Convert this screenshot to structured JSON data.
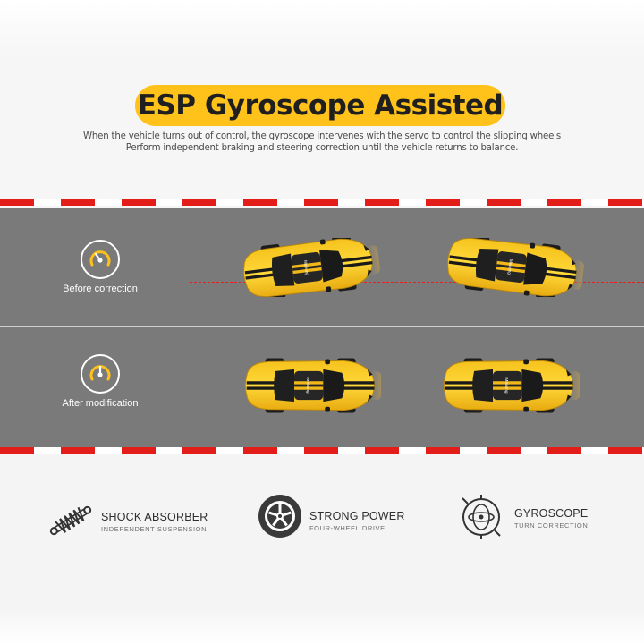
{
  "header": {
    "title": "ESP Gyroscope Assisted",
    "subtitle_line1": "When the vehicle turns out of control, the gyroscope intervenes with the servo to control the slipping wheels",
    "subtitle_line2": "Perform independent braking and steering correction until the vehicle returns to balance."
  },
  "lanes": [
    {
      "label": "Before correction",
      "icon": "tachometer-icon"
    },
    {
      "label": "After modification",
      "icon": "tachometer-icon"
    }
  ],
  "car_brand": "Meirong",
  "features": [
    {
      "title": "SHOCK ABSORBER",
      "subtitle": "INDEPENDENT SUSPENSION",
      "icon": "shock-absorber-icon"
    },
    {
      "title": "STRONG POWER",
      "subtitle": "FOUR-WHEEL DRIVE",
      "icon": "tire-icon"
    },
    {
      "title": "GYROSCOPE",
      "subtitle": "TURN CORRECTION",
      "icon": "gyroscope-icon"
    }
  ],
  "colors": {
    "accent_yellow": "#ffc21a",
    "road_gray": "#7a7a7a",
    "stripe_red": "#e31d1a",
    "guide_red": "#e81f1f"
  }
}
